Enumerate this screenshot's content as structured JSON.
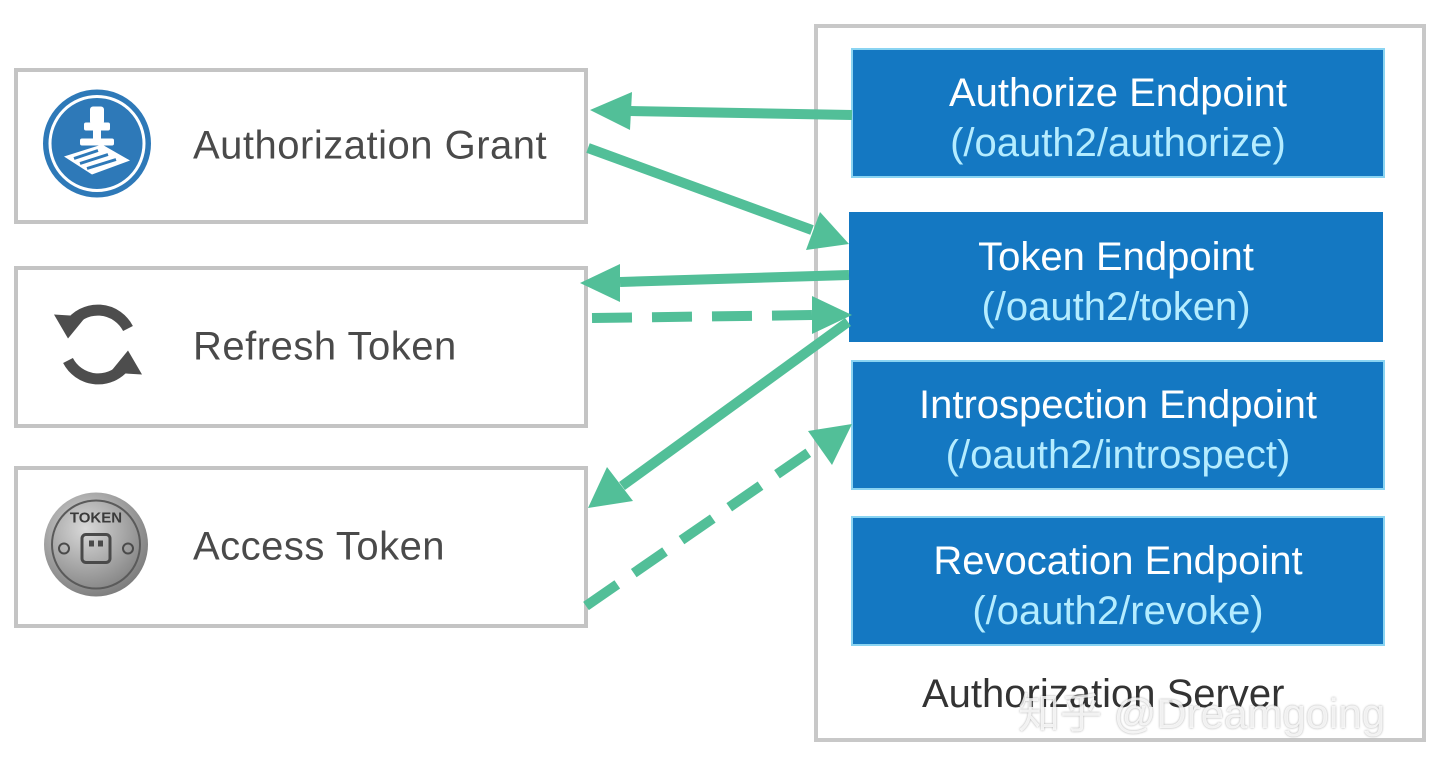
{
  "left_items": [
    {
      "label": "Authorization Grant",
      "icon": "stamp-icon"
    },
    {
      "label": "Refresh Token",
      "icon": "refresh-icon"
    },
    {
      "label": "Access Token",
      "icon": "token-coin-icon"
    }
  ],
  "token_coin_text": "TOKEN",
  "endpoints": [
    {
      "title": "Authorize Endpoint",
      "path": "(/oauth2/authorize)"
    },
    {
      "title": "Token Endpoint",
      "path": "(/oauth2/token)"
    },
    {
      "title": "Introspection Endpoint",
      "path": "(/oauth2/introspect)"
    },
    {
      "title": "Revocation Endpoint",
      "path": "(/oauth2/revoke)"
    }
  ],
  "server_label": "Authorization Server",
  "watermark": "知乎 @Dreamgoing",
  "colors": {
    "arrow": "#52bf98",
    "endpoint_fill": "#1478c2",
    "endpoint_path_text": "#b4ecff",
    "box_border": "#c4c4c4",
    "icon_blue": "#2e79b8"
  }
}
